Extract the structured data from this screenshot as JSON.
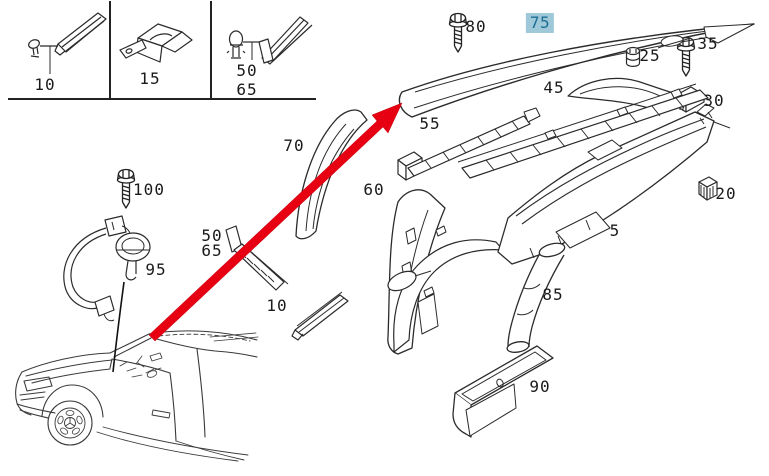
{
  "labels": {
    "inset_10": "10",
    "inset_15": "15",
    "inset_50": "50",
    "inset_65": "65",
    "p80": "80",
    "p75": "75",
    "p25": "25",
    "p35": "35",
    "p45": "45",
    "p30": "30",
    "p55": "55",
    "p70": "70",
    "p60": "60",
    "p20": "20",
    "p5": "5",
    "p100": "100",
    "p95": "95",
    "mid_50": "50",
    "mid_65": "65",
    "mid_10": "10",
    "p85": "85",
    "p90": "90"
  },
  "highlight": {
    "selected_part": "75",
    "background": "#9fc9d8",
    "text_color": "#1d6e94"
  },
  "colors": {
    "arrow": "#e60012",
    "line": "#2b2b2b",
    "background": "#ffffff"
  }
}
